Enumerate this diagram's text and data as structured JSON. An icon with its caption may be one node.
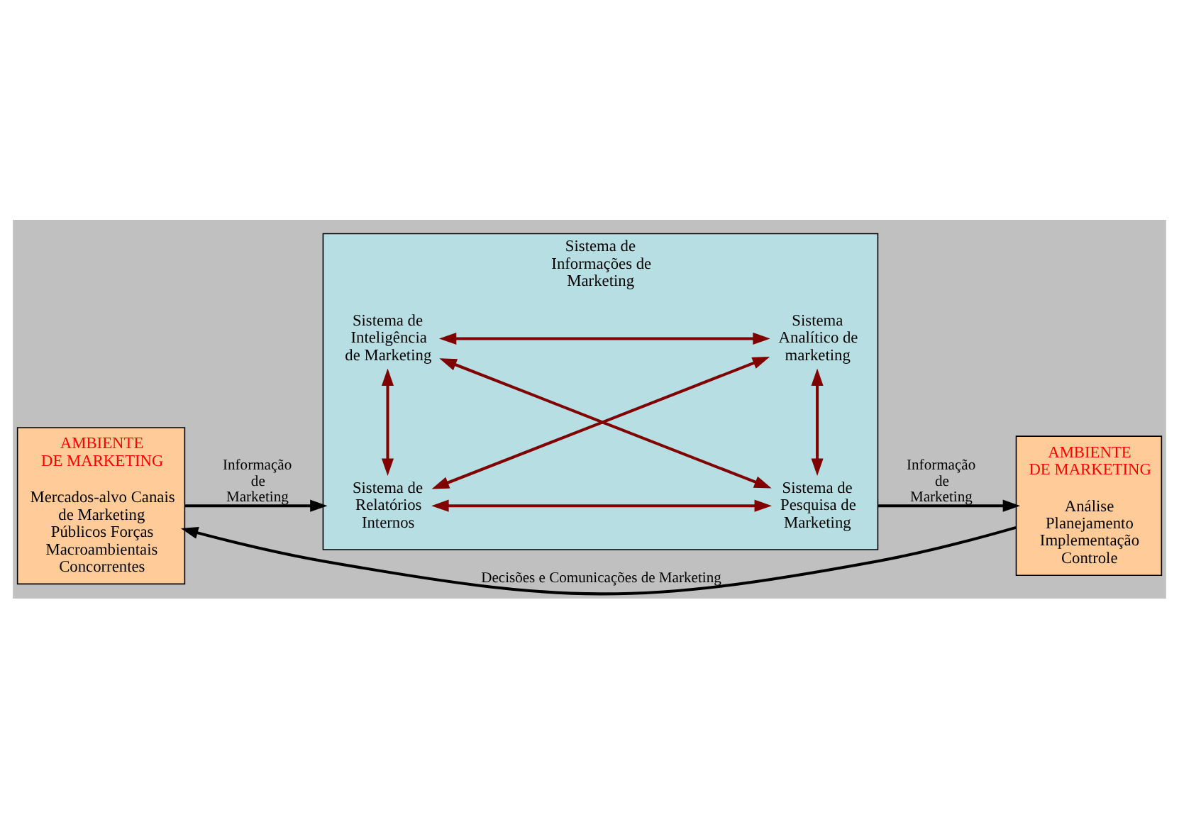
{
  "diagram": {
    "nodes": [
      {
        "text": [
          "AMBIENTE DE MARKETING",
          "Mercados-alvo Canais de Marketing Públicos Forças Macroambientais Concorrentes"
        ]
      },
      {
        "text": [
          "Sistema de Informações de Marketing"
        ]
      },
      {
        "text": [
          "Sistema de Relatórios Internos"
        ],
        "in": 1
      },
      {
        "text": [
          "Sistema de Pesquisa de Marketing"
        ],
        "in": 1
      },
      {
        "text": [
          "Sistema de Inteligência de Marketing"
        ],
        "in": 1
      },
      {
        "text": [
          "Sistema Analítico de marketing"
        ],
        "in": 1
      },
      {
        "text": [
          "AMBIENTE DE MARKETING",
          "Análise Planejamento Implementação Controle"
        ]
      }
    ],
    "edges": [
      {
        "from": 0,
        "to": 1,
        "arrow": "to",
        "label": "Informação de Marketing",
        "color": "#000000"
      },
      {
        "from": 2,
        "to": 3,
        "arrow": "both",
        "color": "#800000"
      },
      {
        "from": 2,
        "to": 4,
        "arrow": "both",
        "color": "#800000"
      },
      {
        "from": 2,
        "to": 5,
        "arrow": "both",
        "color": "#800000"
      },
      {
        "from": 3,
        "to": 4,
        "arrow": "both",
        "color": "#800000"
      },
      {
        "from": 3,
        "to": 5,
        "arrow": "both",
        "color": "#800000"
      },
      {
        "from": 4,
        "to": 5,
        "arrow": "both",
        "color": "#800000"
      },
      {
        "from": 1,
        "to": 6,
        "arrow": "to",
        "label": "Informação de Marketing",
        "color": "#000000"
      },
      {
        "from": 6,
        "to": 0,
        "arrow": "to",
        "label": "Decisões e Comunicações de Marketing",
        "color": "#000000"
      }
    ]
  }
}
